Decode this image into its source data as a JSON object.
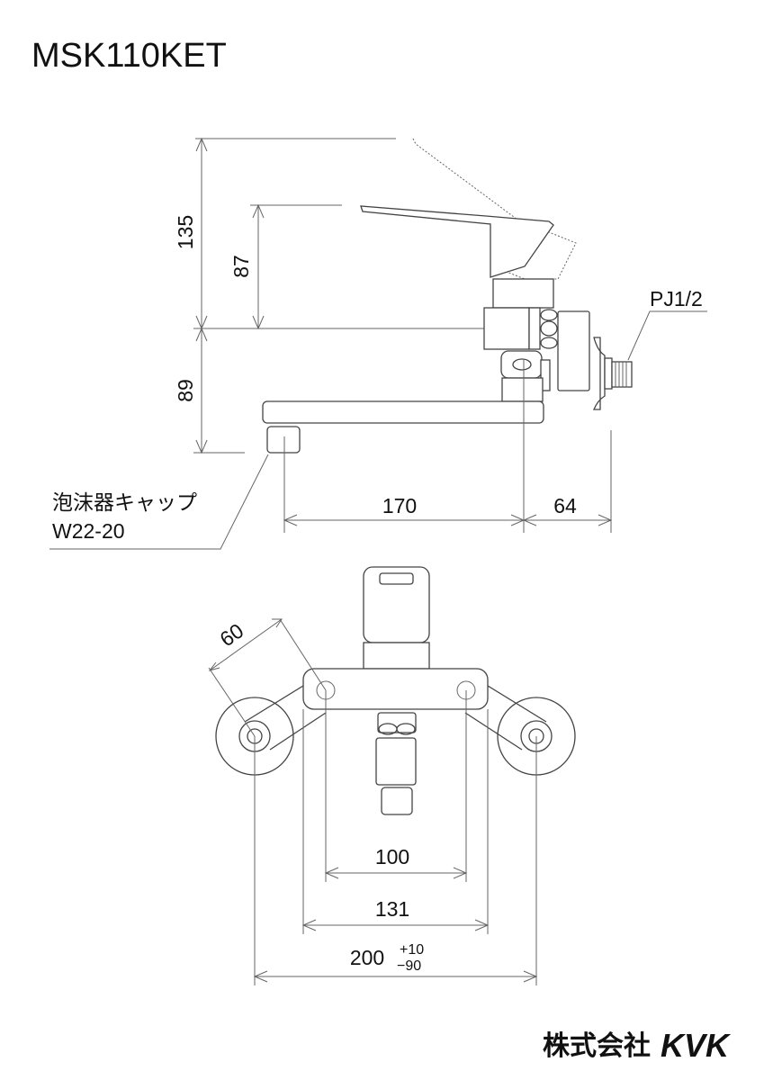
{
  "title": "MSK110KET",
  "side_view": {
    "dim_total_height": "135",
    "dim_lever_height": "87",
    "dim_spout_drop": "89",
    "dim_spout_reach": "170",
    "dim_wall_offset": "64",
    "connection_label": "PJ1/2",
    "aerator_label": "泡沫器キャップ",
    "aerator_size": "W22-20"
  },
  "front_view": {
    "dim_eccentric": "60",
    "dim_inner": "100",
    "dim_middle": "131",
    "dim_outer": "200",
    "tolerance_plus": "+10",
    "tolerance_minus": "−90"
  },
  "footer": {
    "company": "株式会社",
    "brand": "KVK"
  }
}
